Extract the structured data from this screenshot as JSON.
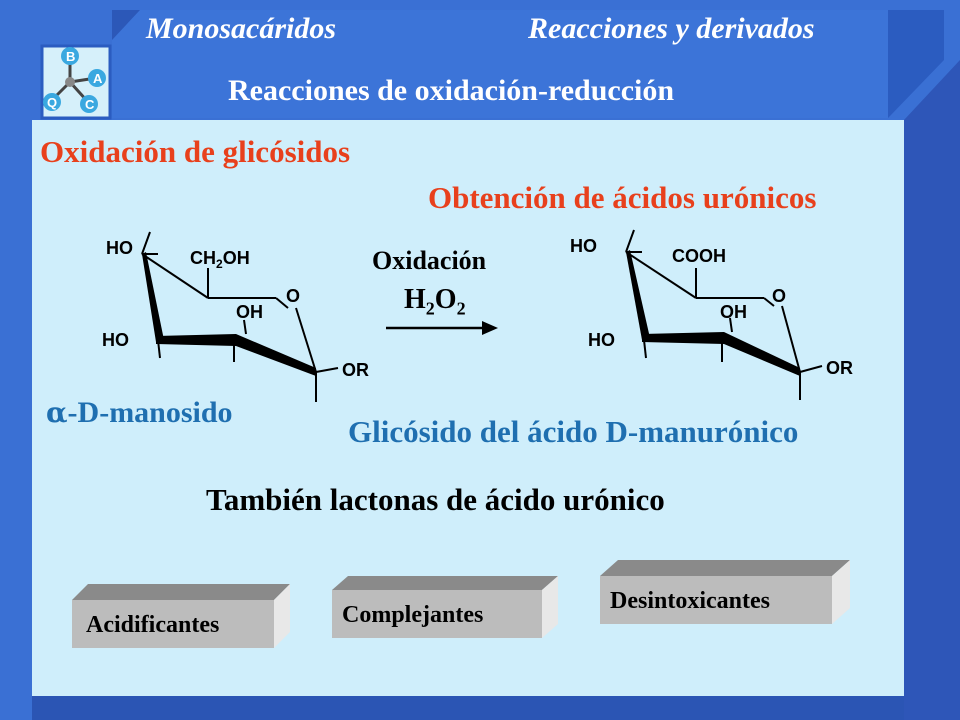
{
  "header": {
    "left_title": "Monosacáridos",
    "right_title": "Reacciones y derivados",
    "subtitle": "Reacciones de oxidación-reducción"
  },
  "logo": {
    "letters": [
      "B",
      "A",
      "C",
      "Q"
    ]
  },
  "main": {
    "section_title": "Oxidación de glicósidos",
    "reaction_title": "Obtención de ácidos urónicos",
    "reagent_label": "Oxidación",
    "reagent_formula": {
      "h": "H",
      "h_sub": "2",
      "o": "O",
      "o_sub": "2"
    },
    "reactant_name_prefix": "α",
    "reactant_name": "-D-manosido",
    "product_name": "Glicósido del ácido D-manurónico",
    "note": "También lactonas de ácido urónico"
  },
  "reactant": {
    "groups": {
      "ho_top": "HO",
      "ch2oh": "CH",
      "ch2oh_sub": "2",
      "ch2oh_tail": "OH",
      "ring_o": "O",
      "oh": "OH",
      "ho_left": "HO",
      "or": "OR"
    }
  },
  "product": {
    "groups": {
      "ho_top": "HO",
      "cooh": "COOH",
      "ring_o": "O",
      "oh": "OH",
      "ho_left": "HO",
      "or": "OR"
    }
  },
  "uses": [
    {
      "label": "Acidificantes"
    },
    {
      "label": "Complejantes"
    },
    {
      "label": "Desintoxicantes"
    }
  ],
  "colors": {
    "background": "#3a70d4",
    "panel": "#cfeefb",
    "red_text": "#e8401c",
    "blue_text": "#1f6fb0",
    "box_gray": "#bcbcbc"
  }
}
